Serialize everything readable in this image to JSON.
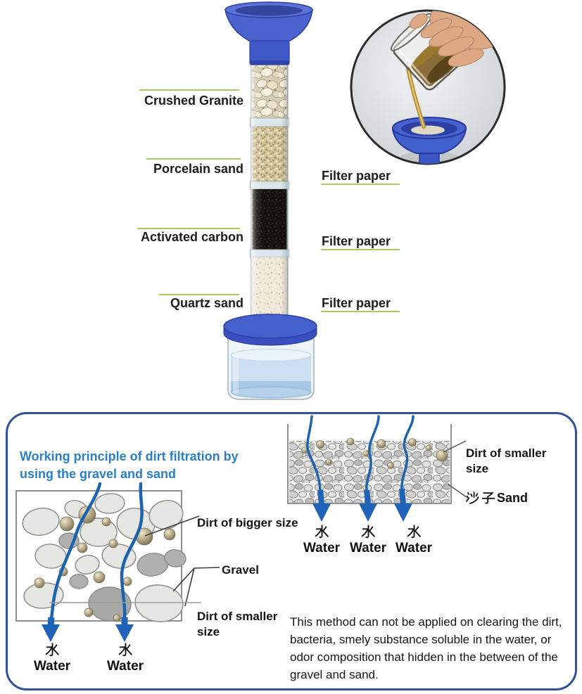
{
  "colors": {
    "accent_green": "#a4cd5e",
    "title_blue": "#2b80c5",
    "stream_blue": "#1d64b0",
    "arrow_blue": "#1e63b8",
    "panel_border_blue": "#31519c",
    "funnel_blue": "#4a63ce"
  },
  "apparatus": {
    "layer_labels": [
      "Crushed Granite",
      "Porcelain sand",
      "Activated carbon",
      "Quartz sand"
    ],
    "filter_paper_labels": [
      "Filter paper",
      "Filter paper",
      "Filter paper"
    ]
  },
  "panel": {
    "title_lines": [
      "Working principle of dirt filtration by",
      "using the gravel and sand"
    ],
    "left_diagram": {
      "callout_bigger": "Dirt of bigger size",
      "callout_gravel": "Gravel",
      "callout_smaller": "Dirt of smaller size",
      "water": [
        {
          "zh": "水",
          "en": "Water"
        },
        {
          "zh": "水",
          "en": "Water"
        }
      ]
    },
    "right_diagram": {
      "callout_smaller": "Dirt of smaller size",
      "callout_sand_zh": "沙子",
      "callout_sand_en": "Sand",
      "water": [
        {
          "zh": "水",
          "en": "Water"
        },
        {
          "zh": "水",
          "en": "Water"
        },
        {
          "zh": "水",
          "en": "Water"
        }
      ]
    },
    "note": "This method can not be applied on clearing the dirt, bacteria, smely substance soluble in the water, or odor composition that hidden in the between of the gravel and sand."
  }
}
